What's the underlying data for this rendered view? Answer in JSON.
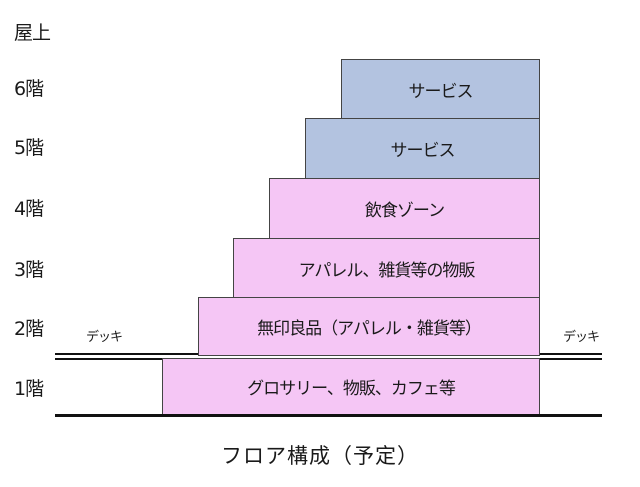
{
  "floors": {
    "rooftop": "屋上",
    "f6": "6階",
    "f5": "5階",
    "f4": "4階",
    "f3": "3階",
    "f2": "2階",
    "f1": "1階"
  },
  "blocks": {
    "f6": "サービス",
    "f5": "サービス",
    "f4": "飲食ゾーン",
    "f3": "アパレル、雑貨等の物販",
    "f2": "無印良品（アパレル・雑貨等）",
    "f1": "グロサリー、物販、カフェ等"
  },
  "deck": {
    "left": "デッキ",
    "right": "デッキ"
  },
  "caption": "フロア構成（予定）",
  "colors": {
    "service": "#b3c3e0",
    "retail": "#f5c6f5"
  }
}
